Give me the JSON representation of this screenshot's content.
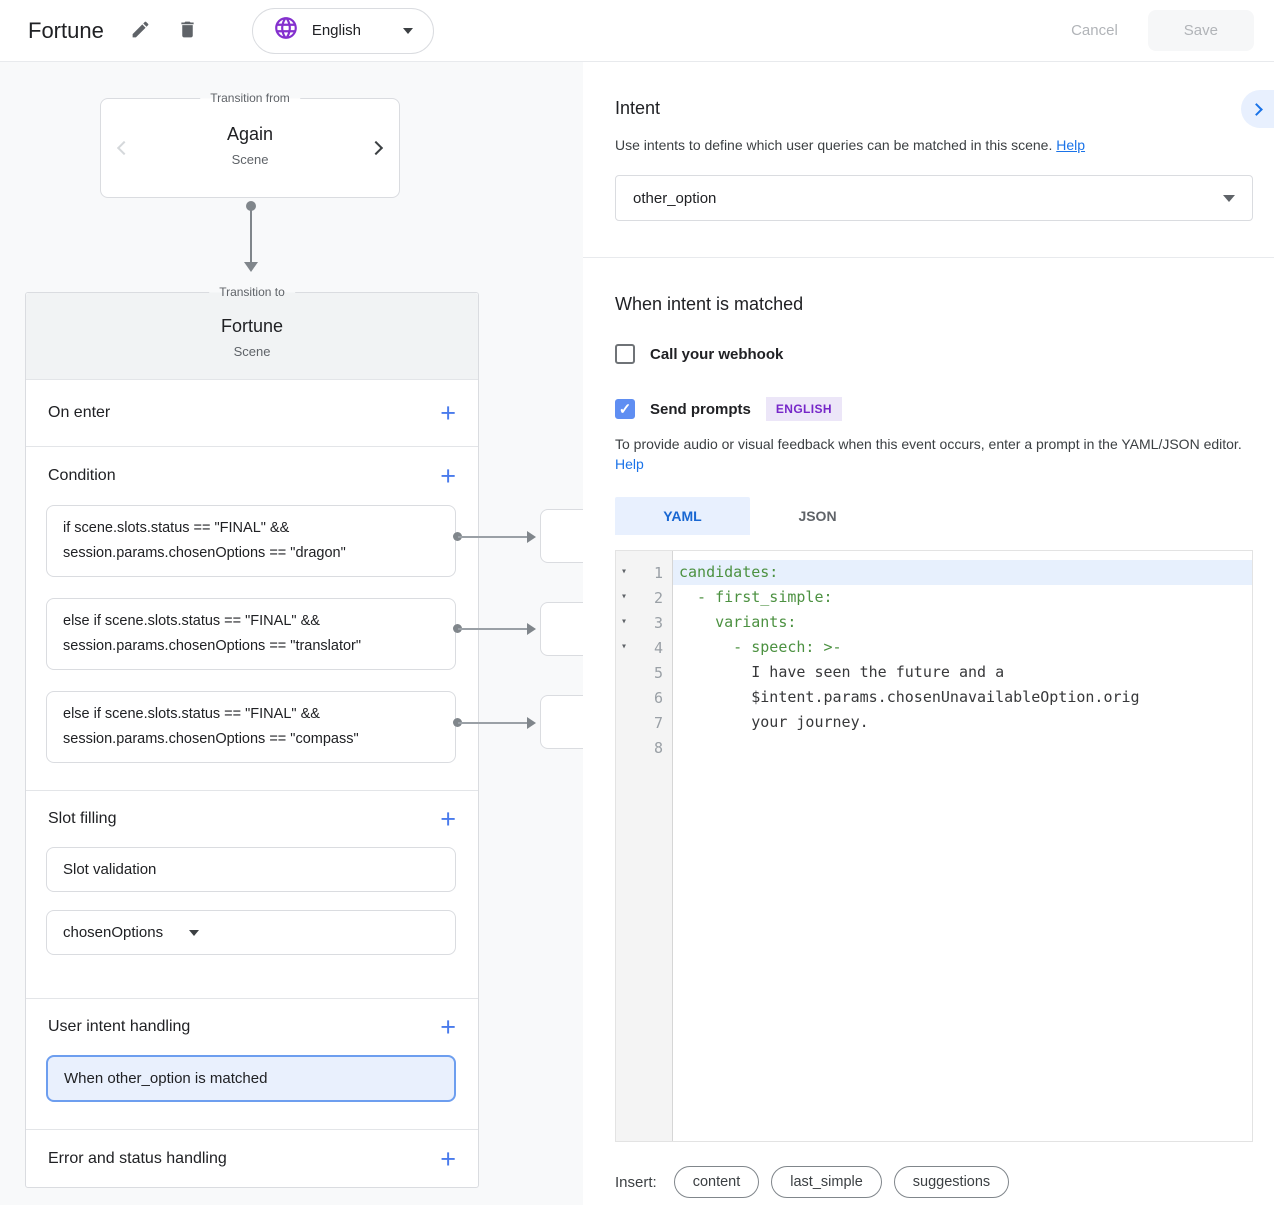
{
  "topbar": {
    "title": "Fortune",
    "language": "English",
    "cancel_label": "Cancel",
    "save_label": "Save"
  },
  "icons": {
    "edit": "pencil-icon",
    "delete": "trash-icon",
    "language": "globe-icon",
    "check": "✓",
    "fold": "▾"
  },
  "colors": {
    "accent_blue": "#4285f4",
    "link_blue": "#1a73e8",
    "globe_purple": "#8430ce",
    "badge_bg": "#ece6f8",
    "badge_text": "#7627c9",
    "code_key_green": "#4c9141",
    "selection_bg": "#e8f0fe"
  },
  "flow": {
    "from_card": {
      "frame_label": "Transition from",
      "title": "Again",
      "subtitle": "Scene"
    },
    "to_card": {
      "frame_label": "Transition to",
      "title": "Fortune",
      "subtitle": "Scene"
    },
    "on_enter": {
      "label": "On enter"
    },
    "condition": {
      "label": "Condition",
      "items": [
        "if scene.slots.status == \"FINAL\" &&\nsession.params.chosenOptions == \"dragon\"",
        "else if scene.slots.status == \"FINAL\" &&\nsession.params.chosenOptions == \"translator\"",
        "else if scene.slots.status == \"FINAL\" &&\nsession.params.chosenOptions == \"compass\""
      ]
    },
    "slot_filling": {
      "label": "Slot filling",
      "validation": "Slot validation",
      "slot_name": "chosenOptions"
    },
    "user_intent": {
      "label": "User intent handling",
      "selected": "When other_option is matched"
    },
    "error": {
      "label": "Error and status handling"
    }
  },
  "panel": {
    "intent": {
      "title": "Intent",
      "description": "Use intents to define which user queries can be matched in this scene.",
      "help_label": "Help",
      "selected_intent": "other_option"
    },
    "matched": {
      "title": "When intent is matched",
      "webhook_label": "Call your webhook",
      "prompts_label": "Send prompts",
      "language_badge": "ENGLISH",
      "description": "To provide audio or visual feedback when this event occurs, enter a prompt in the YAML/JSON editor.",
      "help_label": "Help"
    },
    "editor": {
      "tabs": [
        {
          "label": "YAML"
        },
        {
          "label": "JSON"
        }
      ],
      "lines": [
        {
          "n": "1",
          "text": "candidates:"
        },
        {
          "n": "2",
          "text": "  - first_simple:"
        },
        {
          "n": "3",
          "text": "    variants:"
        },
        {
          "n": "4",
          "text": "      - speech: >-"
        },
        {
          "n": "5",
          "text": "        I have seen the future and a"
        },
        {
          "n": "6",
          "text": "        $intent.params.chosenUnavailableOption.orig"
        },
        {
          "n": "7",
          "text": "        your journey."
        },
        {
          "n": "8",
          "text": ""
        }
      ]
    },
    "insert": {
      "label": "Insert:",
      "chips": [
        "content",
        "last_simple",
        "suggestions"
      ]
    }
  }
}
